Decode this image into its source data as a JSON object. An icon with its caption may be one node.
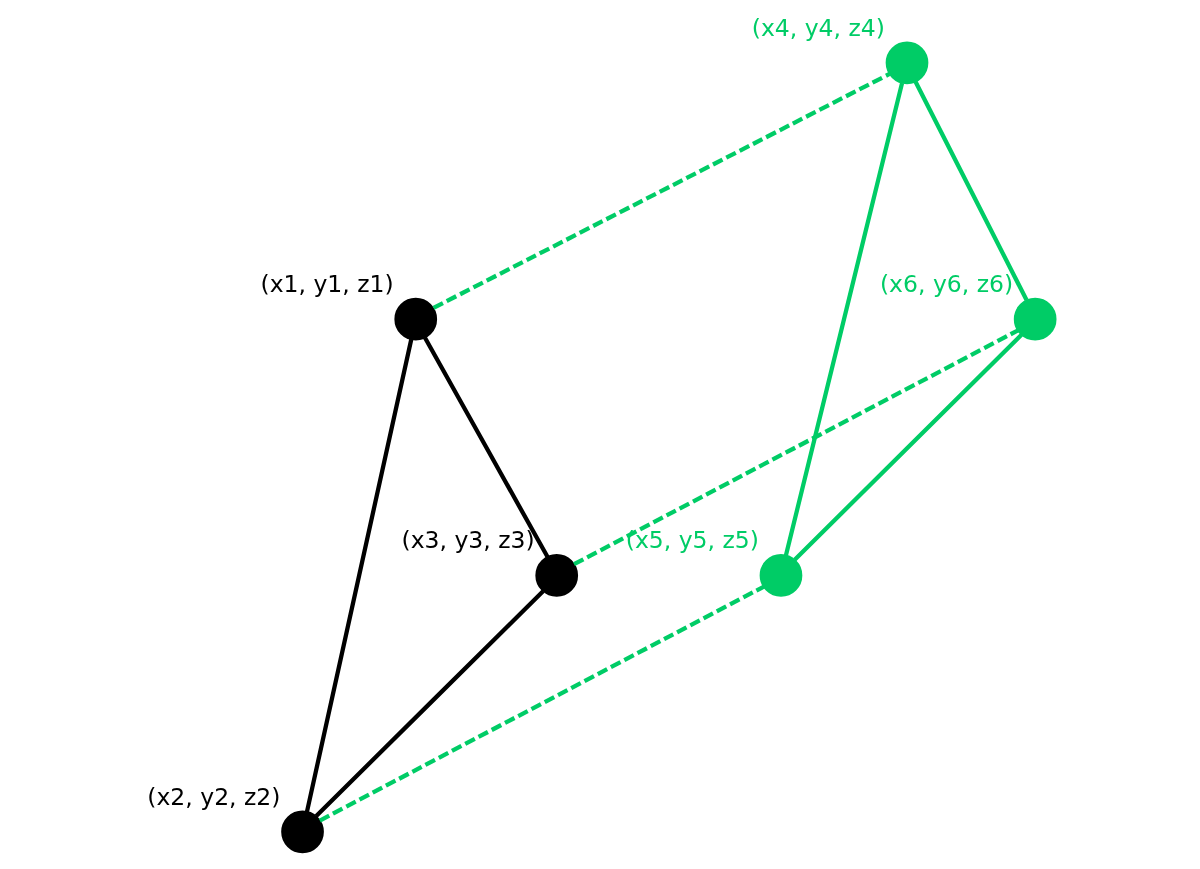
{
  "diagram": {
    "nodes": [
      {
        "text": [],
        "shape": "circle",
        "beside": [
          "(x1, y1, z1)"
        ]
      },
      {
        "text": [],
        "shape": "circle",
        "beside": [
          "(x2, y2, z2)"
        ]
      },
      {
        "text": [],
        "shape": "circle",
        "beside": [
          "(x3, y3, z3)"
        ]
      },
      {
        "text": [],
        "shape": "circle",
        "beside": [
          "(x4, y4, z4)"
        ]
      },
      {
        "text": [],
        "shape": "circle",
        "beside": [
          "(x5, y5, z5)"
        ]
      },
      {
        "text": [],
        "shape": "circle",
        "beside": [
          "(x6, y6, z6)"
        ]
      }
    ],
    "edges": [
      {
        "from": 0,
        "to": 1,
        "arrow": "none",
        "color": "#000000"
      },
      {
        "from": 0,
        "to": 2,
        "arrow": "none",
        "color": "#000000"
      },
      {
        "from": 1,
        "to": 2,
        "arrow": "none",
        "color": "#000000"
      },
      {
        "from": 3,
        "to": 4,
        "arrow": "none"
      },
      {
        "from": 3,
        "to": 5,
        "arrow": "none"
      },
      {
        "from": 4,
        "to": 5,
        "arrow": "none"
      },
      {
        "from": 0,
        "to": 3,
        "arrow": "none",
        "style": "dashed"
      },
      {
        "from": 1,
        "to": 4,
        "arrow": "none",
        "style": "dashed"
      },
      {
        "from": 2,
        "to": 5,
        "arrow": "none",
        "style": "dashed"
      }
    ]
  }
}
